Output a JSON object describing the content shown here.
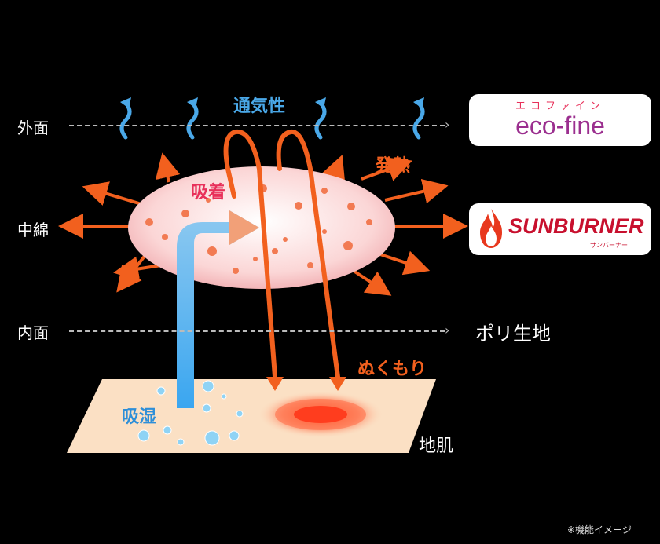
{
  "layers": {
    "outer": "外面",
    "middle": "中綿",
    "inner": "内面",
    "skin": "地肌",
    "inner_material": "ポリ生地"
  },
  "labels": {
    "breathability": "通気性",
    "heat": "発熱",
    "absorb": "吸着",
    "moisture": "吸湿",
    "warmth": "ぬくもり"
  },
  "brands": {
    "ecofine_kana": "エコファイン",
    "ecofine_name": "eco-fine",
    "sunburner_name": "SUNBURNER",
    "sunburner_kana": "サンバーナー"
  },
  "note": "※機能イメージ",
  "colors": {
    "orange": "#f2601e",
    "blue": "#4aa8e8",
    "pink_text": "#e8305a",
    "ecofine": "#9b2f8f",
    "sunburner_text": "#c8102e",
    "cloud": "#f9cfd0",
    "skin": "#fbe0c4"
  }
}
